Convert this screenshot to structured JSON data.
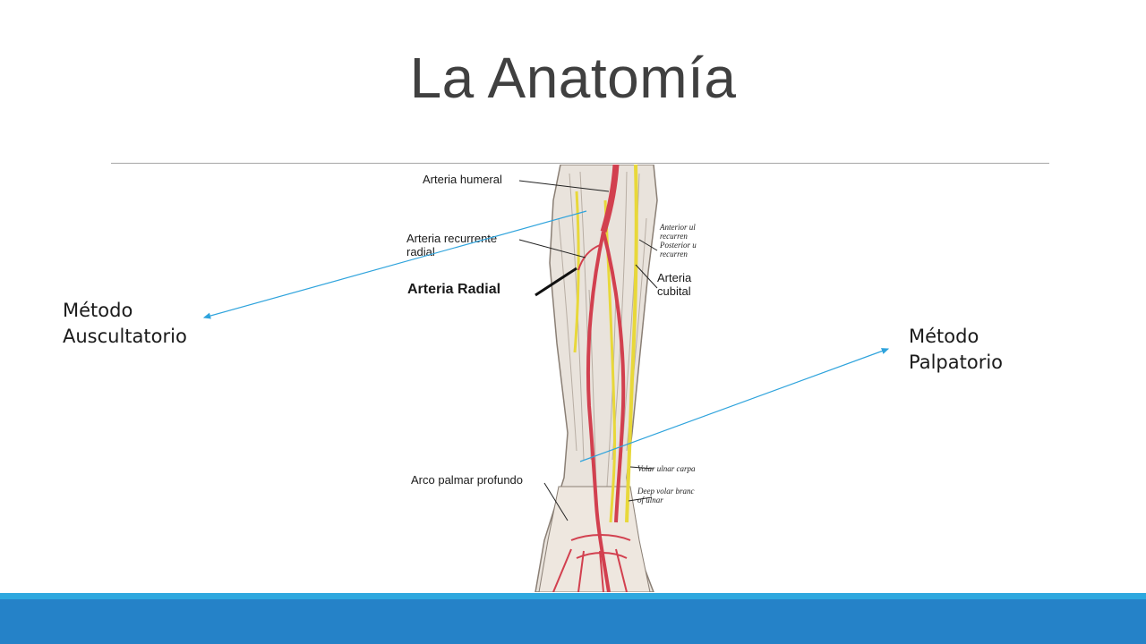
{
  "slide": {
    "title": "La Anatomía"
  },
  "labels": {
    "left": [
      "Método",
      "Auscultatorio"
    ],
    "right": [
      "Método",
      "Palpatorio"
    ]
  },
  "figure": {
    "labels": {
      "arteria_humeral": "Arteria humeral",
      "arteria_recurrente_radial": [
        "Arteria recurrente",
        "radial"
      ],
      "arteria_radial": "Arteria Radial",
      "arteria_cubital": [
        "Arteria",
        "cubital"
      ],
      "arco_palmar_profundo": "Arco palmar profundo",
      "anterior_ulnar_recurrent": [
        "Anterior ul",
        "recurren",
        "Posterior u",
        "recurren"
      ],
      "volar_ulnar_carpal": "Volar ulnar carpa",
      "deep_volar_branch": [
        "Deep volar branc",
        "of ulnar"
      ]
    }
  },
  "colors": {
    "title": "#404040",
    "arrow": "#2ea3dc",
    "band_light": "#2ea8df",
    "band_dark": "#2582c8",
    "artery": "#d2404f",
    "nerve": "#e8d83a"
  }
}
